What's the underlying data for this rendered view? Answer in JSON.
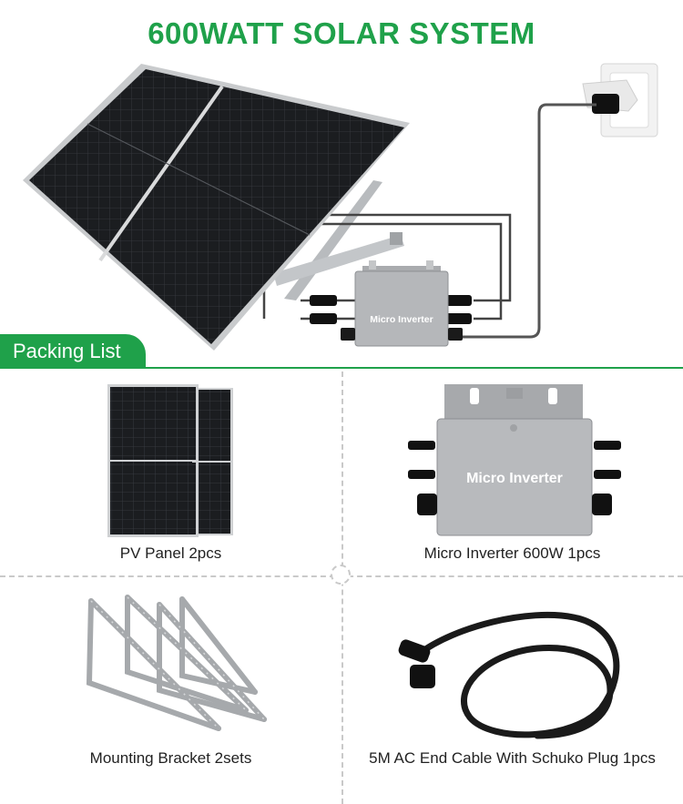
{
  "title": "600WATT SOLAR SYSTEM",
  "hero": {
    "inverter_label": "Micro Inverter"
  },
  "packing_list": {
    "heading": "Packing List",
    "items": [
      {
        "caption": "PV Panel 2pcs"
      },
      {
        "caption": "Micro Inverter 600W 1pcs",
        "device_label": "Micro Inverter"
      },
      {
        "caption": "Mounting Bracket 2sets"
      },
      {
        "caption": "5M AC End Cable With Schuko Plug 1pcs"
      }
    ]
  },
  "colors": {
    "brand_green": "#1fa14a",
    "panel_dark": "#1b1d20",
    "inverter_grey": "#b5b7ba"
  }
}
